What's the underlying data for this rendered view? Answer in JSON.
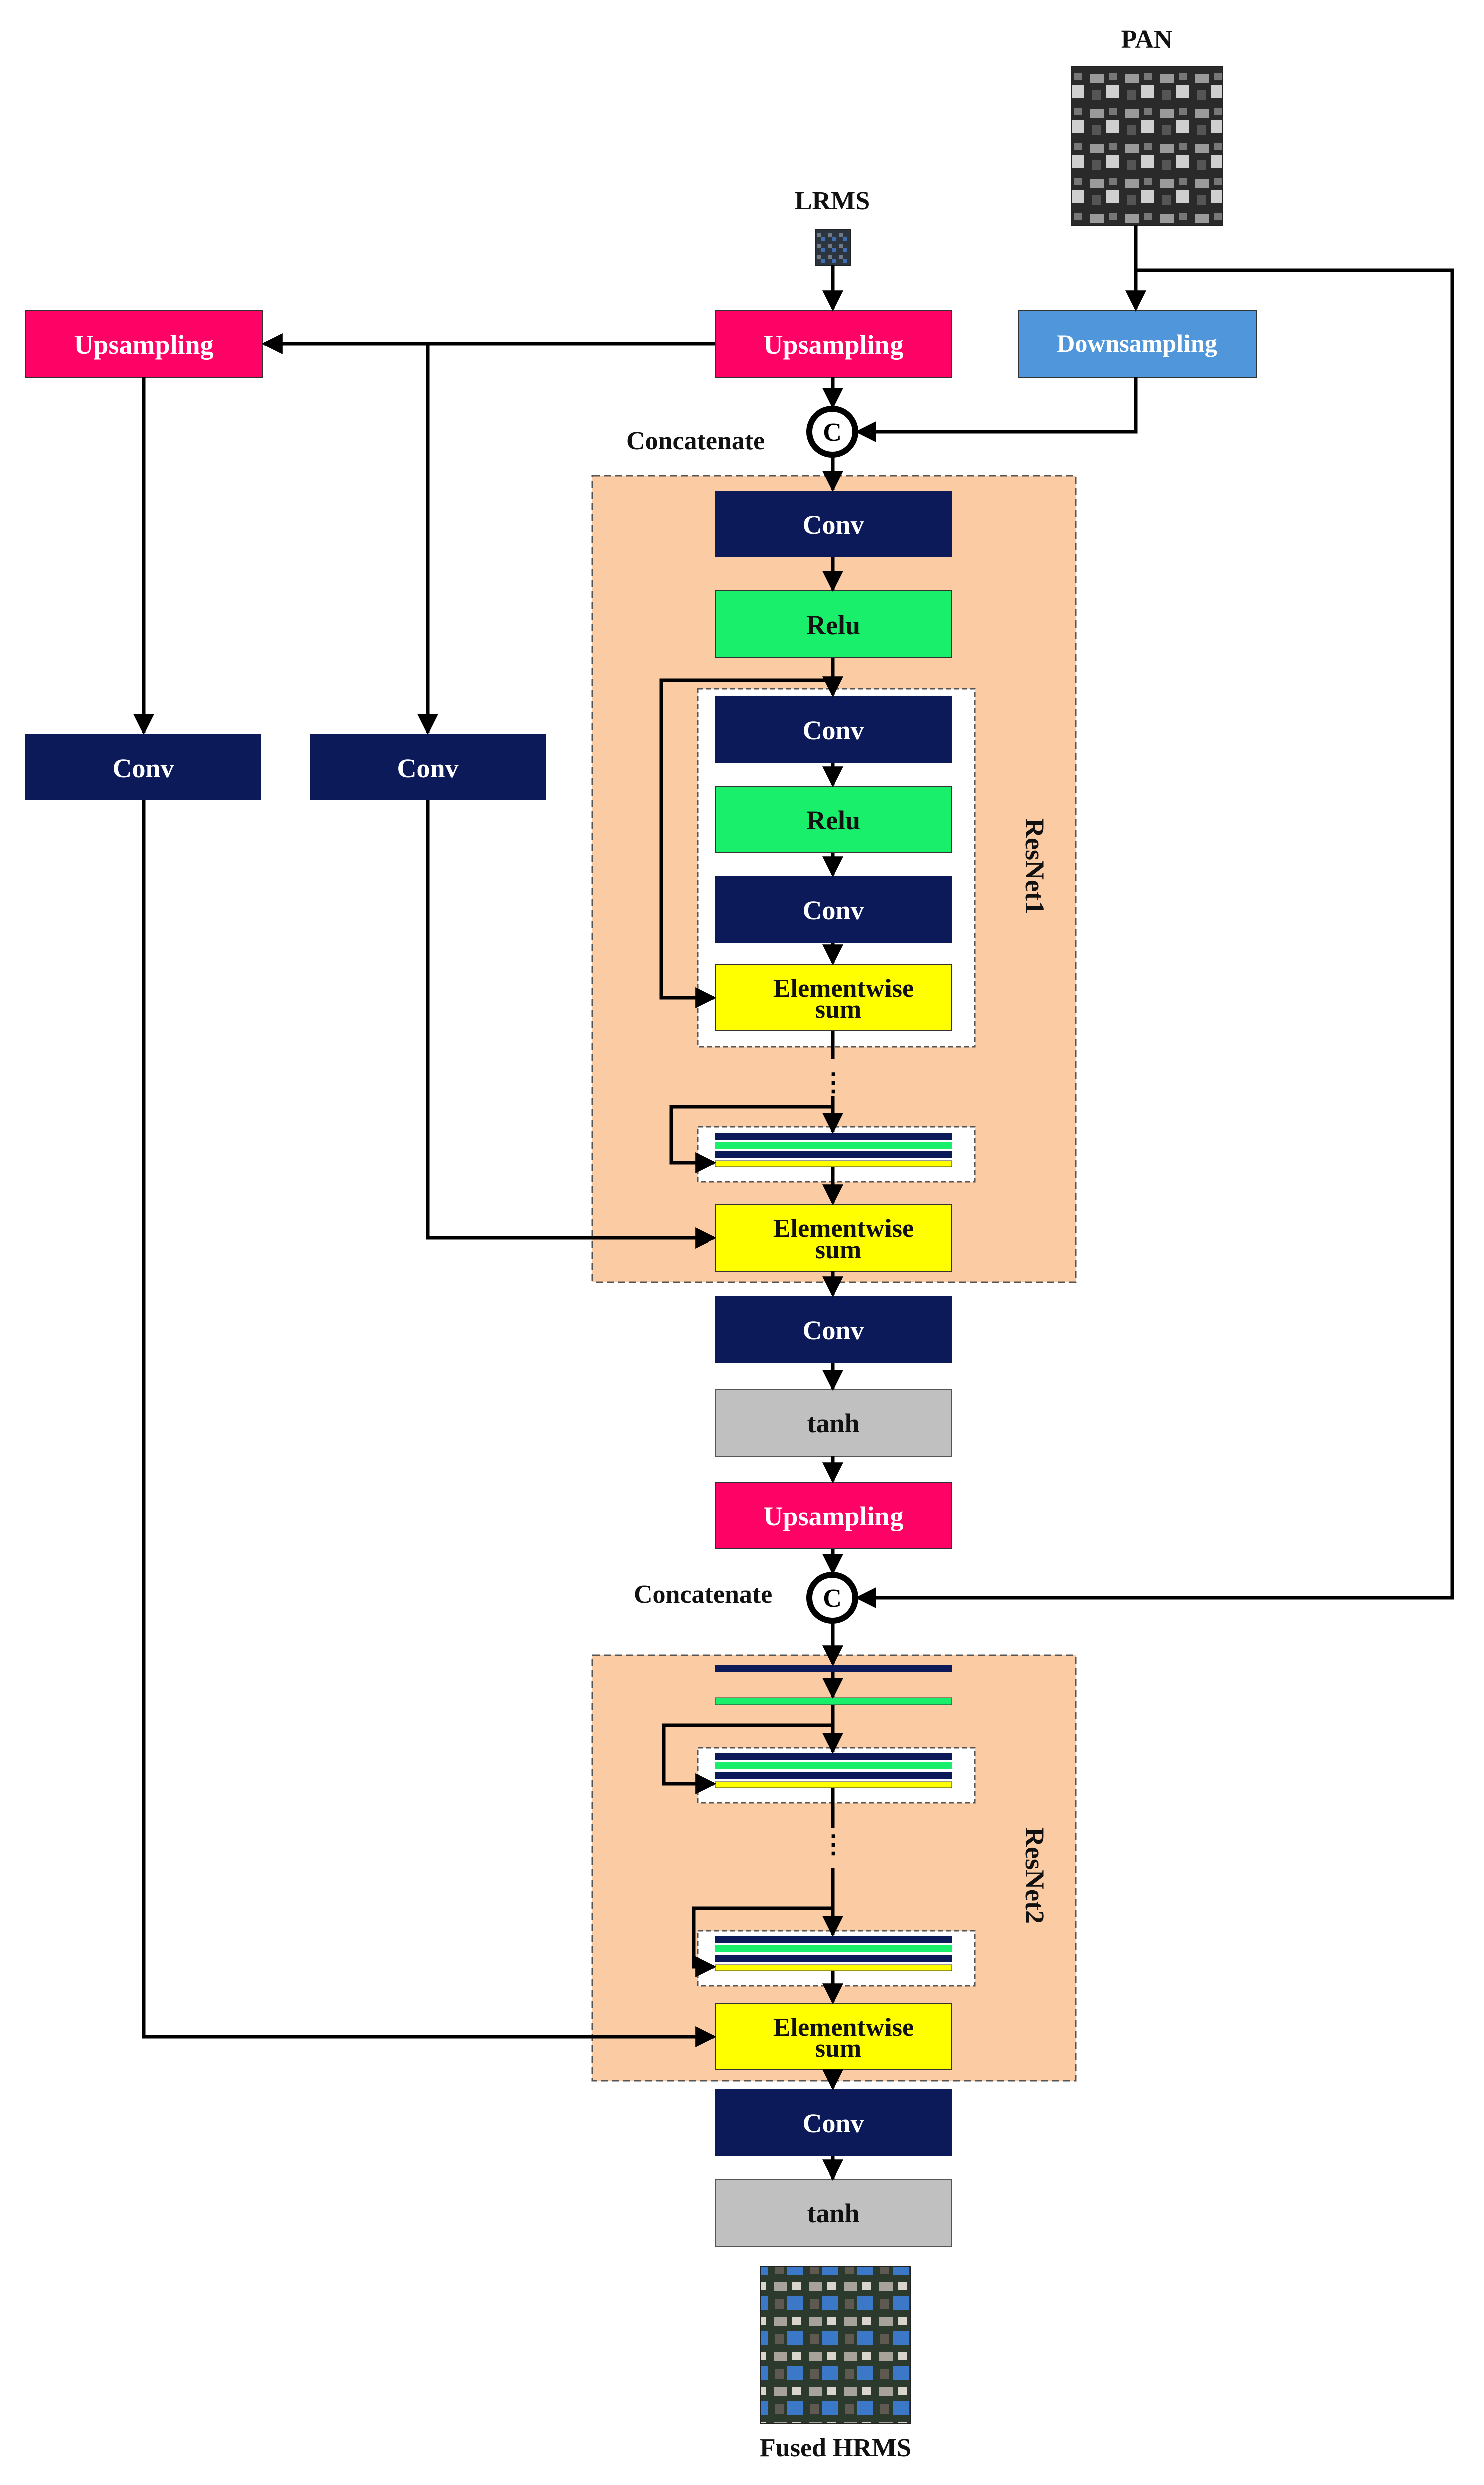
{
  "inputs": {
    "lrms": "LRMS",
    "pan": "PAN"
  },
  "output": {
    "label": "Fused HRMS"
  },
  "concat": {
    "label": "Concatenate",
    "symbol": "C"
  },
  "blocks": {
    "up_main": "Upsampling",
    "up_left": "Upsampling",
    "down_pan": "Downsampling",
    "conv_r1_in": "Conv",
    "relu_r1_in": "Relu",
    "conv_res_a": "Conv",
    "relu_res": "Relu",
    "conv_res_b": "Conv",
    "sum_res_line1": "Elementwise",
    "sum_res_line2": "sum",
    "sum_r1_line1": "Elementwise",
    "sum_r1_line2": "sum",
    "conv_side_left": "Conv",
    "conv_side_mid": "Conv",
    "conv_after_r1": "Conv",
    "tanh_after_r1": "tanh",
    "up_after_r1": "Upsampling",
    "sum_r2_line1": "Elementwise",
    "sum_r2_line2": "sum",
    "conv_final": "Conv",
    "tanh_final": "tanh"
  },
  "groups": {
    "resnet1": "ResNet1",
    "resnet2": "ResNet2"
  },
  "ellipsis": "⋮",
  "colors": {
    "conv": "#0d1a5a",
    "relu": "#19ef6a",
    "upsampling": "#ff0266",
    "downsampling": "#4f97da",
    "sum": "#ffff00",
    "tanh": "#c0c0c0",
    "group_bg": "#fbcba3",
    "text_light": "#ffffff",
    "text_dark": "#111111"
  }
}
